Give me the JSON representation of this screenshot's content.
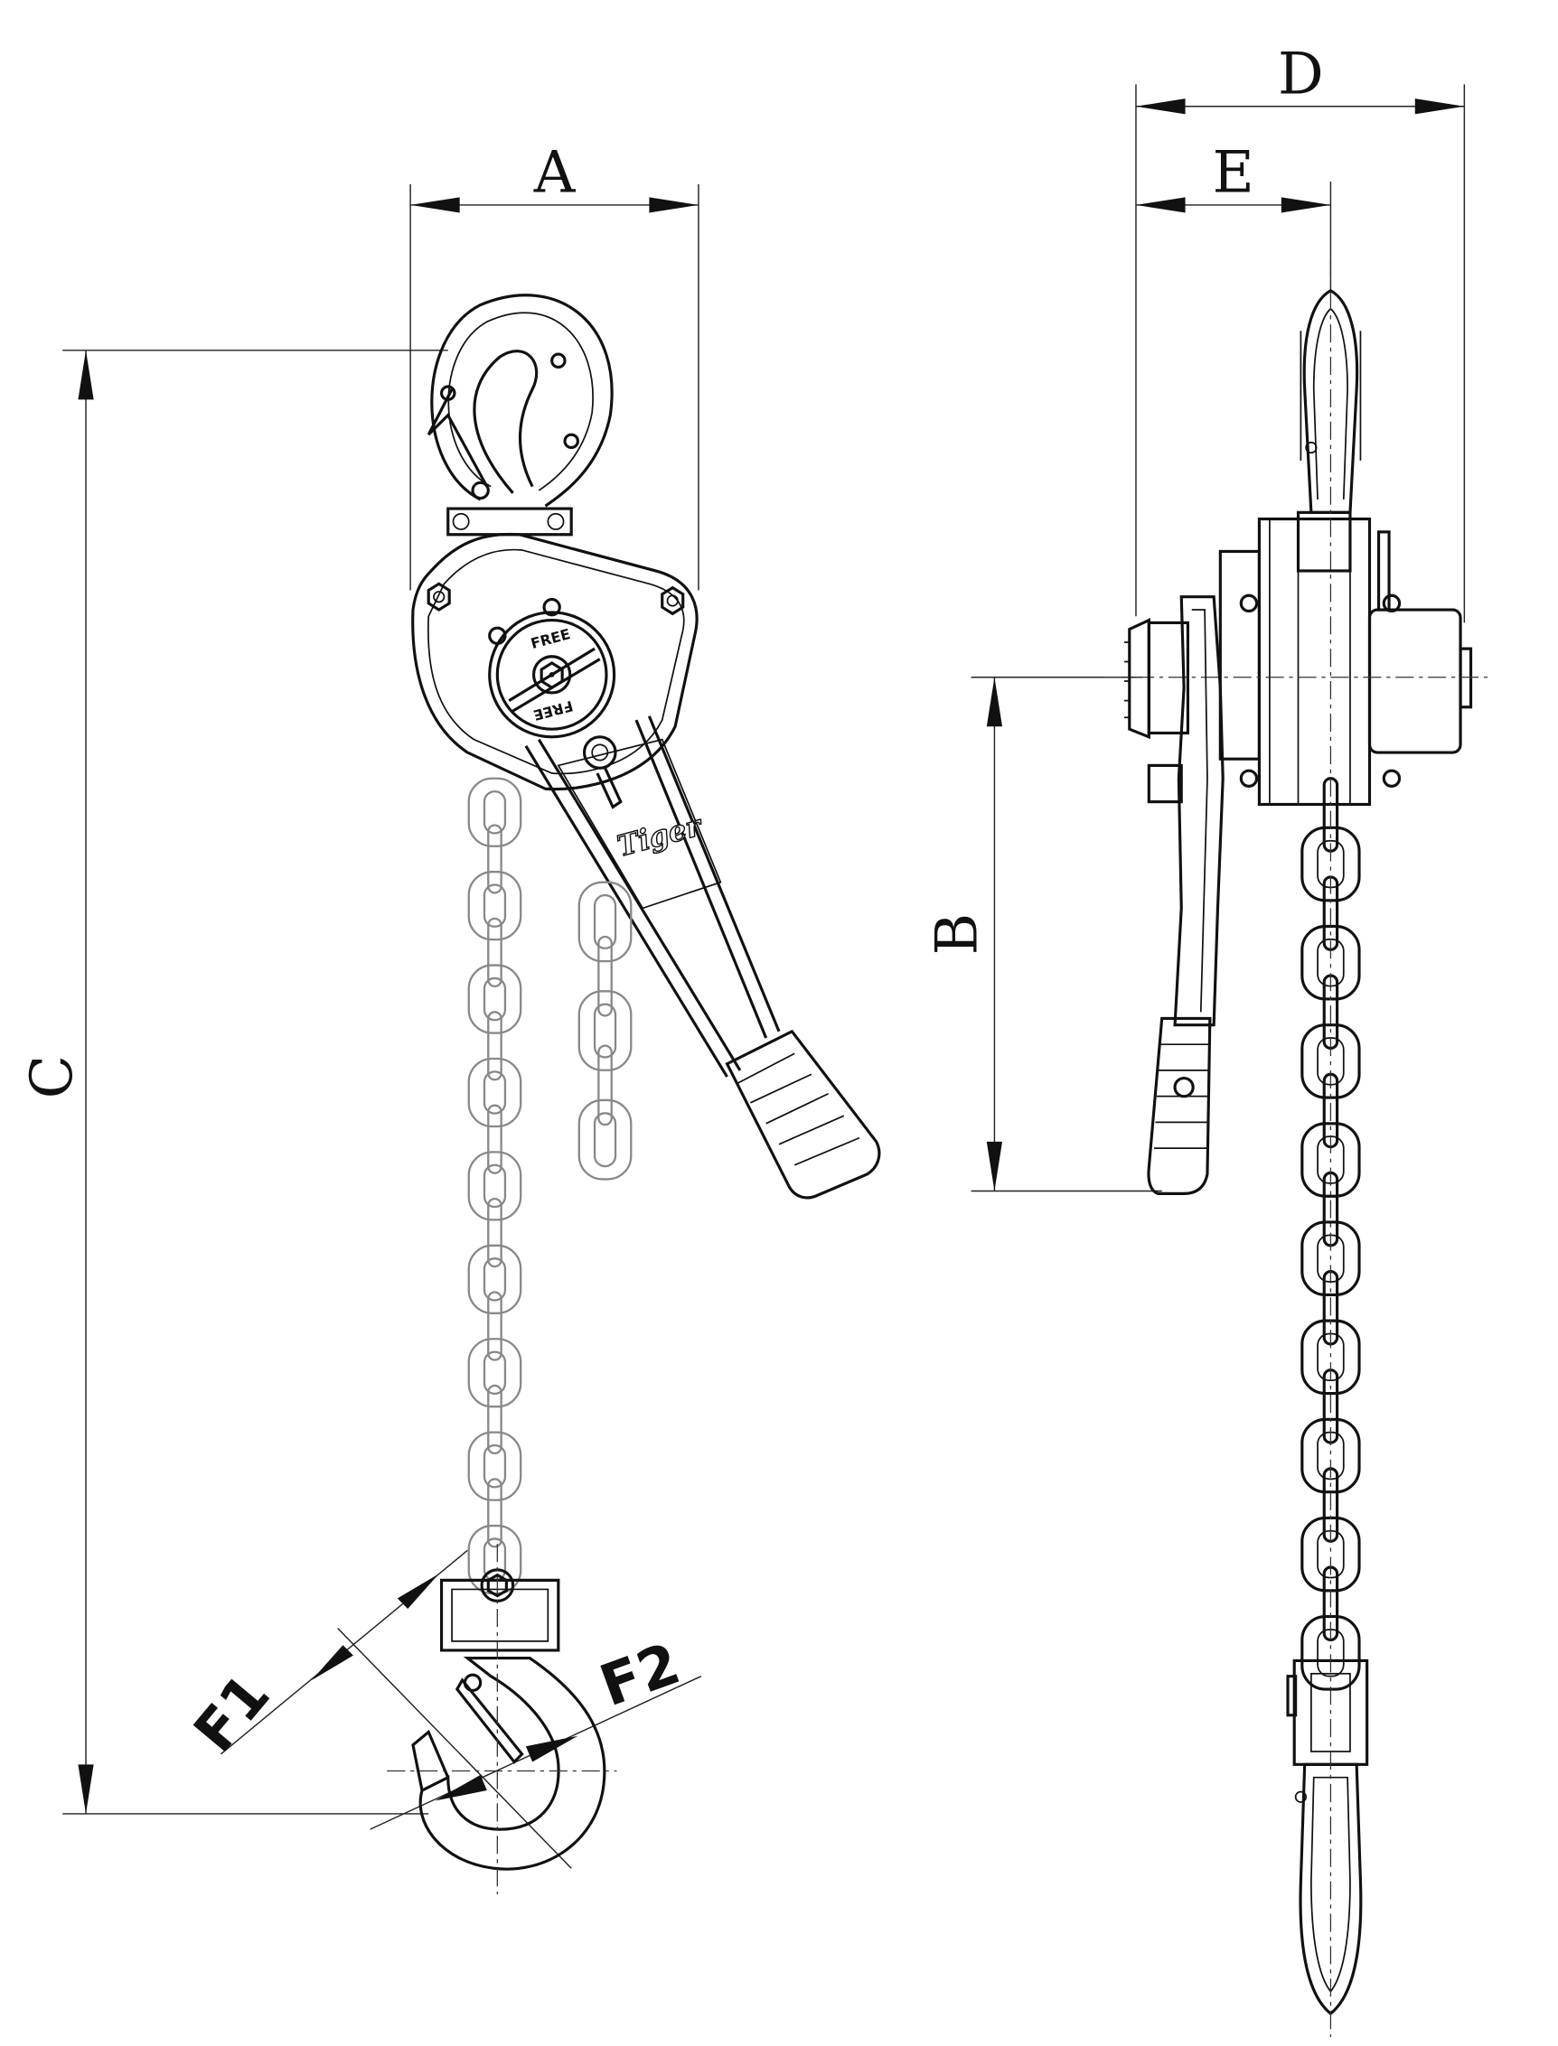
{
  "drawing": {
    "title": "Lever hoist dimension drawing",
    "dimension_labels": {
      "A": "A",
      "B": "B",
      "C": "C",
      "D": "D",
      "E": "E",
      "F1": "F1",
      "F2": "F2"
    },
    "knob_text": "FREE",
    "brand_logo": "Tiger",
    "chain": {
      "front_links_main": 17,
      "front_links_slack": 5,
      "side_links": 18
    }
  }
}
